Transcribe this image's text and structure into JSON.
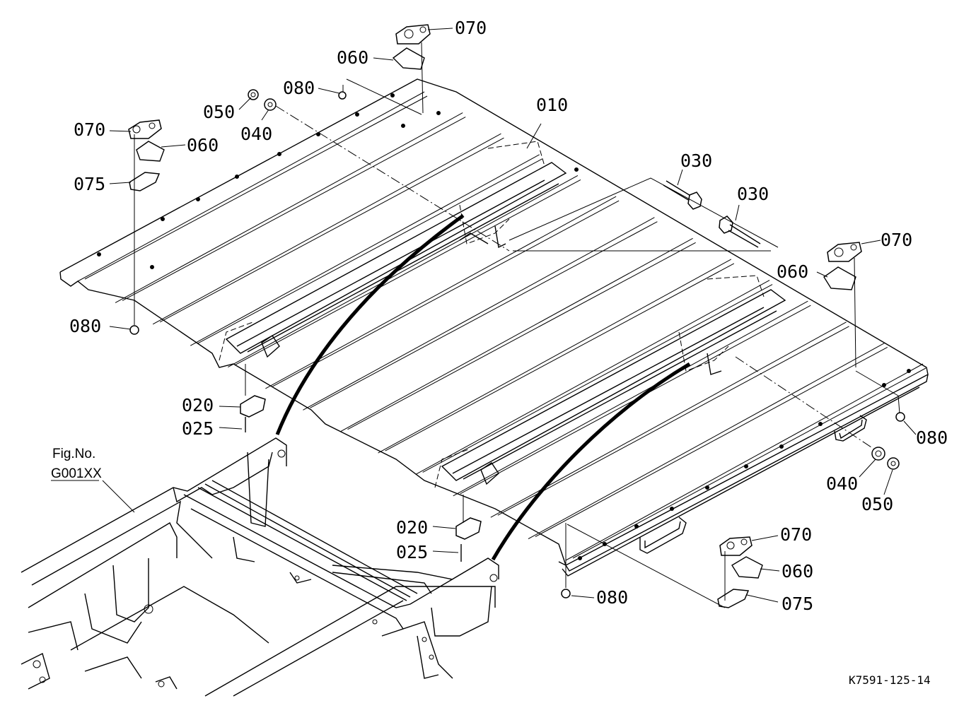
{
  "diagram": {
    "drawing_code": "K7591-125-14",
    "reference": {
      "line1": "Fig.No.",
      "line2": "G001XX"
    },
    "callouts": [
      {
        "label": "070"
      },
      {
        "label": "060"
      },
      {
        "label": "080"
      },
      {
        "label": "010"
      },
      {
        "label": "050"
      },
      {
        "label": "040"
      },
      {
        "label": "070"
      },
      {
        "label": "060"
      },
      {
        "label": "075"
      },
      {
        "label": "030"
      },
      {
        "label": "030"
      },
      {
        "label": "070"
      },
      {
        "label": "060"
      },
      {
        "label": "080"
      },
      {
        "label": "020"
      },
      {
        "label": "025"
      },
      {
        "label": "080"
      },
      {
        "label": "040"
      },
      {
        "label": "050"
      },
      {
        "label": "020"
      },
      {
        "label": "025"
      },
      {
        "label": "070"
      },
      {
        "label": "060"
      },
      {
        "label": "080"
      },
      {
        "label": "075"
      }
    ]
  }
}
